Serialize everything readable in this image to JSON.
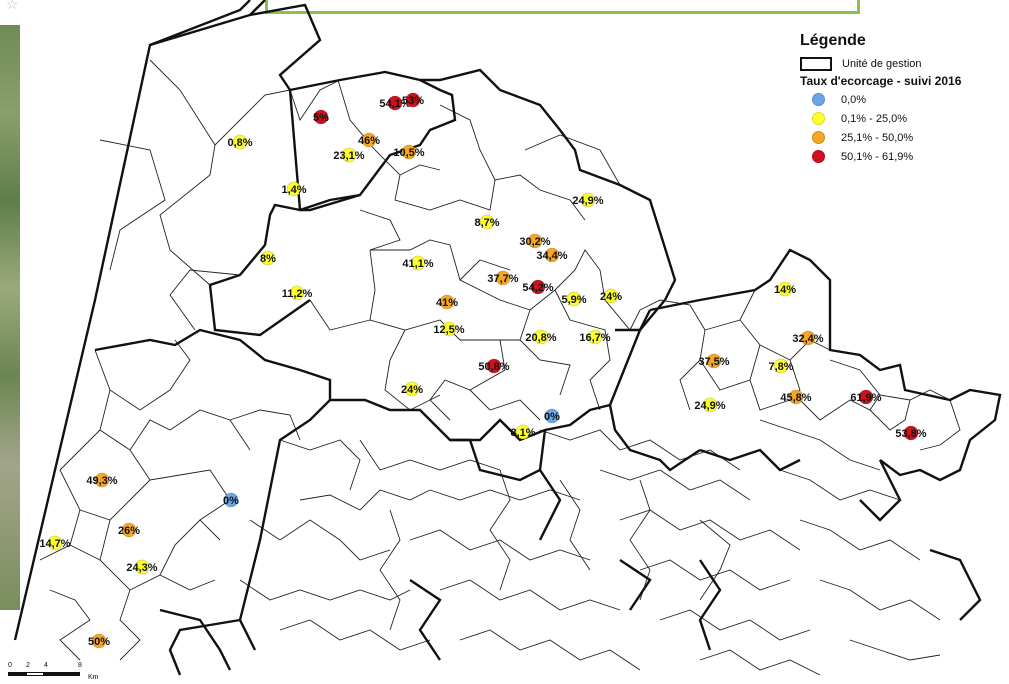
{
  "legend": {
    "title": "Légende",
    "unit_label": "Unité de gestion",
    "rate_title": "Taux d'ecorcage - suivi 2016",
    "classes": [
      {
        "label": "0,0%",
        "color": "#6aa6e8"
      },
      {
        "label": "0,1% - 25,0%",
        "color": "#ffff2a"
      },
      {
        "label": "25,1% - 50,0%",
        "color": "#f5a623"
      },
      {
        "label": "50,1% - 61,9%",
        "color": "#d0101a"
      }
    ]
  },
  "scale": {
    "ticks": [
      "0",
      "2",
      "4",
      "8"
    ],
    "unit": "Km"
  },
  "points": [
    {
      "label": "54,1%",
      "cls": 3
    },
    {
      "label": "53%",
      "cls": 3
    },
    {
      "label": "5%",
      "cls": 3
    },
    {
      "label": "0,8%",
      "cls": 1
    },
    {
      "label": "46%",
      "cls": 2
    },
    {
      "label": "23,1%",
      "cls": 1
    },
    {
      "label": "10,5%",
      "cls": 2
    },
    {
      "label": "1,4%",
      "cls": 1
    },
    {
      "label": "24,9%",
      "cls": 1
    },
    {
      "label": "8,7%",
      "cls": 1
    },
    {
      "label": "30,2%",
      "cls": 2
    },
    {
      "label": "34,4%",
      "cls": 2
    },
    {
      "label": "8%",
      "cls": 1
    },
    {
      "label": "41,1%",
      "cls": 1
    },
    {
      "label": "37,7%",
      "cls": 2
    },
    {
      "label": "54,2%",
      "cls": 3
    },
    {
      "label": "11,2%",
      "cls": 1
    },
    {
      "label": "41%",
      "cls": 2
    },
    {
      "label": "5,9%",
      "cls": 1
    },
    {
      "label": "24%",
      "cls": 1
    },
    {
      "label": "14%",
      "cls": 1
    },
    {
      "label": "12,5%",
      "cls": 1
    },
    {
      "label": "20,8%",
      "cls": 1
    },
    {
      "label": "16,7%",
      "cls": 1
    },
    {
      "label": "32,4%",
      "cls": 2
    },
    {
      "label": "37,5%",
      "cls": 2
    },
    {
      "label": "7,8%",
      "cls": 1
    },
    {
      "label": "50,8%",
      "cls": 3
    },
    {
      "label": "24%",
      "cls": 1
    },
    {
      "label": "45,8%",
      "cls": 2
    },
    {
      "label": "61,9%",
      "cls": 3
    },
    {
      "label": "24,9%",
      "cls": 1
    },
    {
      "label": "0%",
      "cls": 0
    },
    {
      "label": "8,1%",
      "cls": 1
    },
    {
      "label": "53,8%",
      "cls": 3
    },
    {
      "label": "49,3%",
      "cls": 2
    },
    {
      "label": "0%",
      "cls": 0
    },
    {
      "label": "26%",
      "cls": 2
    },
    {
      "label": "14,7%",
      "cls": 1
    },
    {
      "label": "24,3%",
      "cls": 1
    },
    {
      "label": "50%",
      "cls": 2
    }
  ]
}
